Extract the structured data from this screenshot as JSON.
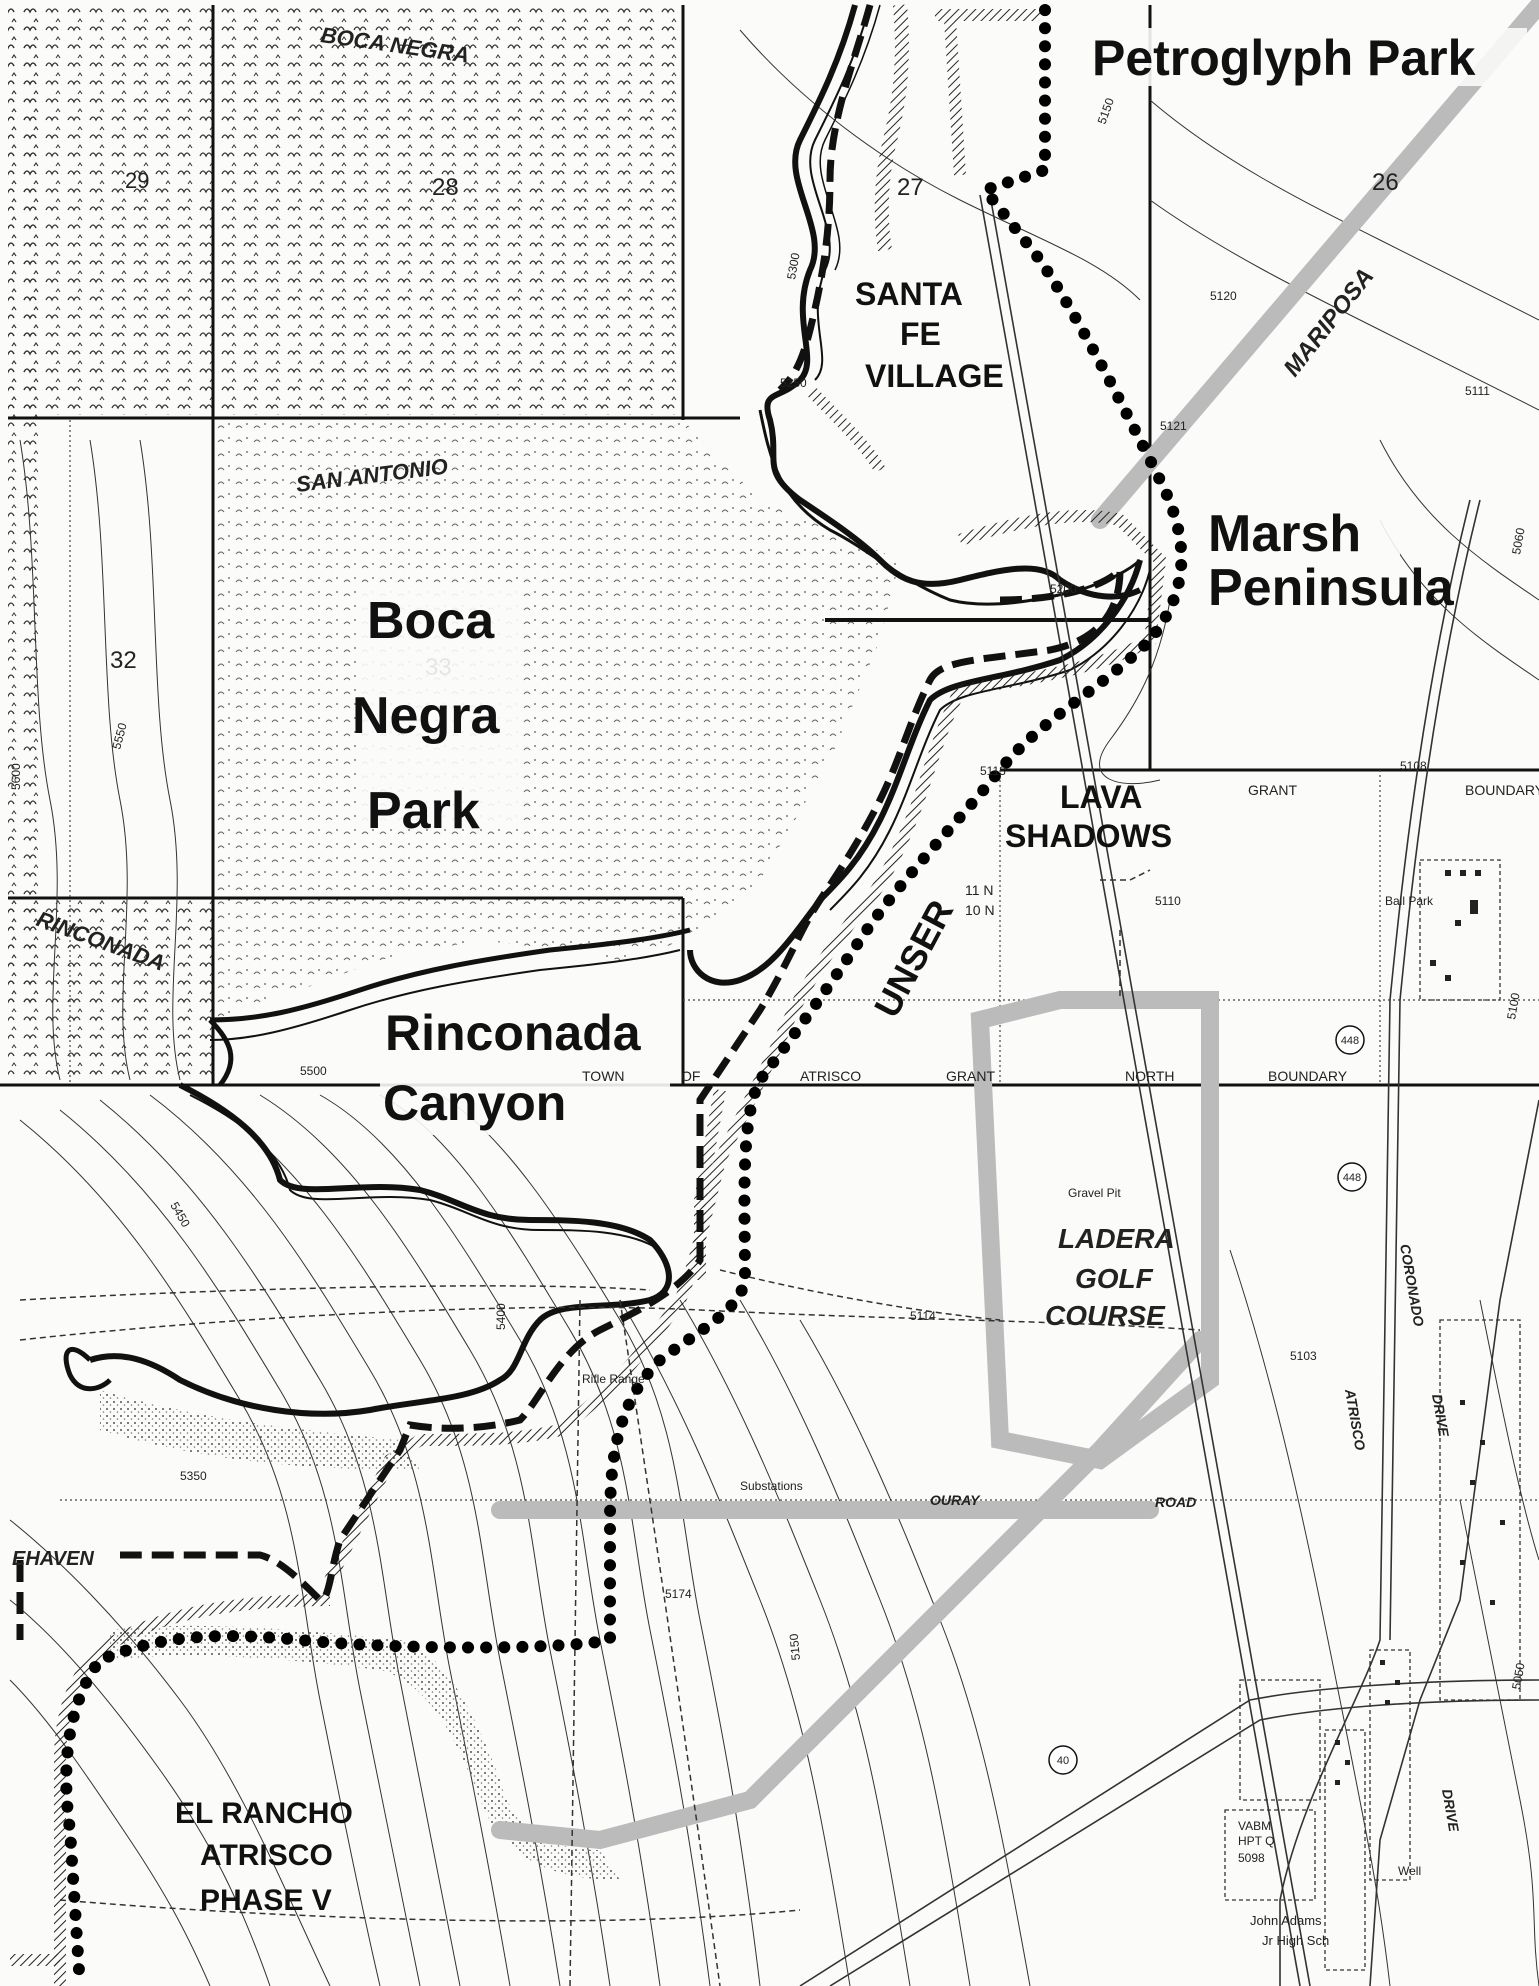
{
  "map": {
    "labels": {
      "petroglyph_park": "Petroglyph Park",
      "boca_negra_top": "BOCA NEGRA",
      "santa": "SANTA",
      "fe": "FE",
      "village": "VILLAGE",
      "mariposa": "MARIPOSA",
      "san_antonio": "SAN ANTONIO",
      "marsh": "Marsh",
      "peninsula": "Peninsula",
      "boca": "Boca",
      "negra": "Negra",
      "park": "Park",
      "lava": "LAVA",
      "shadows": "SHADOWS",
      "grant_top": "GRANT",
      "boundary_top": "BOUNDARY",
      "rinconada_small": "RINCONADA",
      "unser": "UNSER",
      "rinconada": "Rinconada",
      "canyon": "Canyon",
      "town": "TOWN",
      "of": "OF",
      "atrisco_grant": "ATRISCO",
      "grant": "GRANT",
      "north": "NORTH",
      "boundary": "BOUNDARY",
      "ladera": "LADERA",
      "golf": "GOLF",
      "course": "COURSE",
      "gravel_pit": "Gravel Pit",
      "rifle_range": "Rifle Range",
      "substations": "Substations",
      "ouray": "OURAY",
      "road": "ROAD",
      "ehaven": "EHAVEN",
      "el_rancho": "EL RANCHO",
      "atrisco": "ATRISCO",
      "phase_v": "PHASE V",
      "atrisco_drive": "ATRISCO",
      "coronado": "CORONADO",
      "drive": "DRIVE",
      "vabm": "VABM",
      "hpt_q": "HPT Q",
      "elev_5098": "5098",
      "well": "Well",
      "john_adams": "John Adams",
      "jr_high": "Jr High Sch",
      "ball_park": "Ball Park",
      "section_26": "26",
      "section_27": "27",
      "section_28": "28",
      "section_29": "29",
      "section_32": "32",
      "section_33": "33",
      "t11n": "11 N",
      "t10n": "10 N",
      "route_448a": "448",
      "route_448b": "448",
      "route_40": "40"
    },
    "contours": [
      "5150",
      "5120",
      "5121",
      "5111",
      "5300",
      "5250",
      "5200",
      "5113",
      "5108",
      "5110",
      "5350",
      "5400",
      "5450",
      "5500",
      "5550",
      "5600",
      "5114",
      "5103",
      "5174",
      "5150",
      "5050",
      "5060",
      "5100"
    ]
  }
}
